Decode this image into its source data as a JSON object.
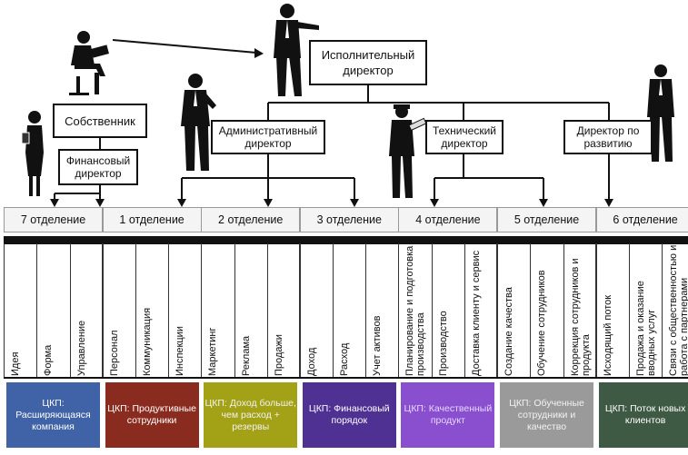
{
  "colors": {
    "ckp_7": "#3f63a6",
    "ckp_1": "#8a2b1f",
    "ckp_2": "#a3a116",
    "ckp_3": "#4e3193",
    "ckp_4": "#8a4fcf",
    "ckp_5": "#9a9a9a",
    "ckp_6": "#3f5a44"
  },
  "org": {
    "executive": "Исполнительный директор",
    "owner": "Собственник",
    "finance_director": "Финансовый директор",
    "admin_director": "Административный директор",
    "technical_director": "Технический директор",
    "development_director": "Директор по развитию"
  },
  "departments": [
    {
      "title": "7 отделение",
      "subs": [
        "Идея",
        "Форма",
        "Управление"
      ],
      "ckp": "ЦКП: Расширяющаяся компания"
    },
    {
      "title": "1 отделение",
      "subs": [
        "Персонал",
        "Коммуникация",
        "Инспекции"
      ],
      "ckp": "ЦКП: Продуктивные сотрудники"
    },
    {
      "title": "2 отделение",
      "subs": [
        "Маркетинг",
        "Реклама",
        "Продажи"
      ],
      "ckp": "ЦКП: Доход больше, чем расход + резервы"
    },
    {
      "title": "3 отделение",
      "subs": [
        "Доход",
        "Расход",
        "Учет активов"
      ],
      "ckp": "ЦКП: Финансовый порядок"
    },
    {
      "title": "4 отделение",
      "subs": [
        "Планирование и подготовка производства",
        "Производство",
        "Доставка клиенту и сервис"
      ],
      "ckp": "ЦКП: Качественный продукт"
    },
    {
      "title": "5 отделение",
      "subs": [
        "Создание качества",
        "Обучение сотрудников",
        "Коррекция сотрудников и продукта"
      ],
      "ckp": "ЦКП: Обученные сотрудники и качество"
    },
    {
      "title": "6 отделение",
      "subs": [
        "Исходящий поток",
        "Продажа и оказание вводных услуг",
        "Связи с общественностью и работа с партнерами"
      ],
      "ckp": "ЦКП: Поток новых клиентов"
    }
  ]
}
